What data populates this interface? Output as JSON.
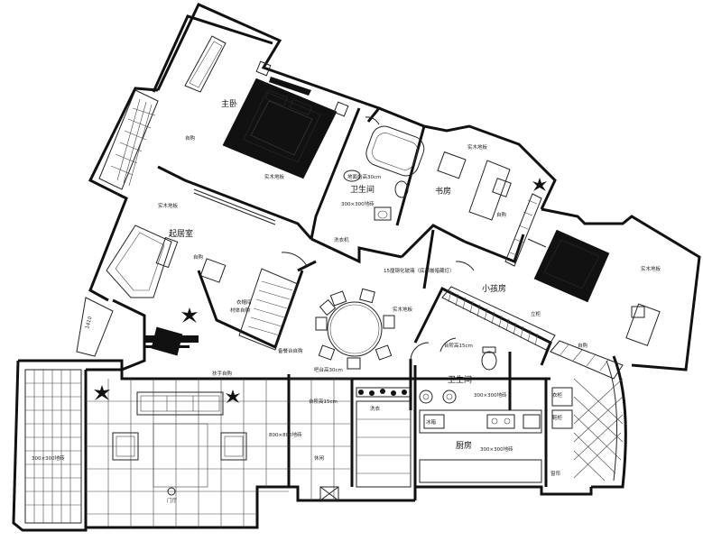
{
  "rooms": {
    "master_bedroom": "主卧",
    "bathroom_1": "卫生间",
    "study": "书房",
    "living_room": "起居室",
    "kids_room": "小孩房",
    "bathroom_2": "卫生间",
    "kitchen": "厨房"
  },
  "labels": {
    "wood_floor_a": "实木地板",
    "wood_floor_b": "实木地板",
    "wood_floor_c": "实木地板",
    "wood_floor_d": "实木地板",
    "wood_floor_e": "实木地板",
    "floor_raise": "地面抬高30cm",
    "tile_300_a": "300×300地砖",
    "tile_300_b": "300×300地砖",
    "tile_300_c": "300×300地砖",
    "tile_300_d": "300×300地砖",
    "tile_800": "800×800地砖",
    "custom_cabinet": "自购",
    "custom_a": "自购",
    "custom_b": "自购",
    "custom_c": "自购",
    "cloakroom": "衣帽间",
    "dressing_table": "材体自购",
    "wash_machine": "洗衣机",
    "glass_shower": "15厘钢化玻璃（底部嵌暗藏灯）",
    "step_15": "台阶高15cm",
    "step_15b": "台阶高15cm",
    "bar_30": "吧台高30cm",
    "sideboard": "备餐台自购",
    "handrail": "扶手自购",
    "window": "窗帘",
    "stand": "立柜",
    "fridge": "冰箱",
    "cabinet_k": "衣柜",
    "shoe": "鞋柜",
    "washroom": "洗衣",
    "dimension": "1410",
    "lounge": "休闲",
    "entrance_label": "门厅"
  }
}
